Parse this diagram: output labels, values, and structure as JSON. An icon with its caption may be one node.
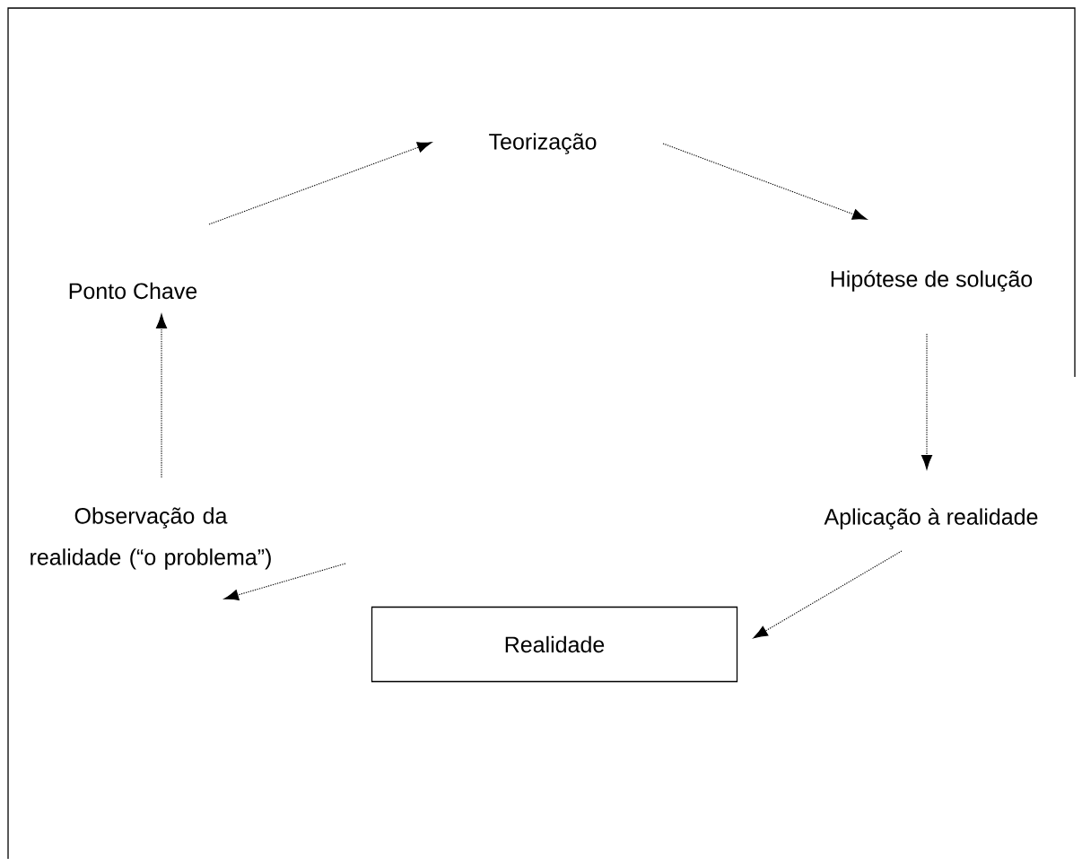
{
  "diagram": {
    "nodes": [
      {
        "text": [
          "Teorização"
        ]
      },
      {
        "text": [
          "Hipótese de solução"
        ]
      },
      {
        "text": [
          "Aplicação à realidade"
        ]
      },
      {
        "text": [
          "Realidade"
        ]
      },
      {
        "text": [
          "Observação da realidade (“o problema”)"
        ]
      },
      {
        "text": [
          "Ponto Chave"
        ]
      }
    ],
    "edges": [
      {
        "from": 4,
        "to": 5,
        "arrow": "to"
      },
      {
        "from": 5,
        "to": 0,
        "arrow": "to"
      },
      {
        "from": 0,
        "to": 1,
        "arrow": "to"
      },
      {
        "from": 1,
        "to": 2,
        "arrow": "to"
      },
      {
        "from": 2,
        "to": 3,
        "arrow": "to"
      },
      {
        "from": 3,
        "to": 4,
        "arrow": "to"
      }
    ]
  }
}
